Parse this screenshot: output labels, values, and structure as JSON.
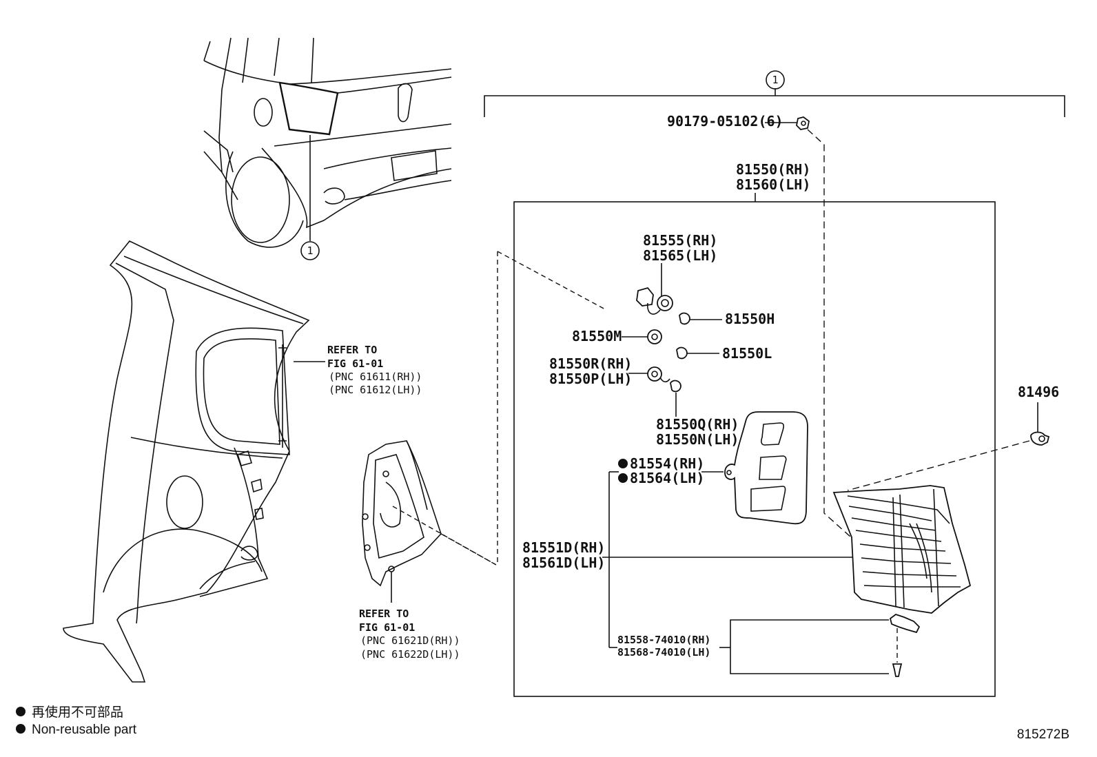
{
  "callout_marker": "1",
  "labels": {
    "bolt": "90179-05102(6)",
    "lamp_assy_rh": "81550(RH)",
    "lamp_assy_lh": "81560(LH)",
    "socket_rh": "81555(RH)",
    "socket_lh": "81565(LH)",
    "bulb_h": "81550H",
    "socket_m": "81550M",
    "bulb_l": "81550L",
    "socket_r": "81550R(RH)",
    "socket_p": "81550P(LH)",
    "bulb_q": "81550Q(RH)",
    "bulb_n": "81550N(LH)",
    "gasket_rh": "81554(RH)",
    "gasket_lh": "81564(LH)",
    "lens_rh": "81551D(RH)",
    "lens_lh": "81561D(LH)",
    "bracket_rh": "81558-74010(RH)",
    "bracket_lh": "81568-74010(LH)",
    "clip": "81496"
  },
  "refer_upper": {
    "title": "REFER TO",
    "fig": "FIG 61-01",
    "pnc_rh": "(PNC 61611(RH))",
    "pnc_lh": "(PNC 61612(LH))"
  },
  "refer_lower": {
    "title": "REFER TO",
    "fig": "FIG 61-01",
    "pnc_rh": "(PNC 61621D(RH))",
    "pnc_lh": "(PNC 61622D(LH))"
  },
  "legend": {
    "jp": "再使用不可部品",
    "en": "Non-reusable part"
  },
  "figure_id": "815272B"
}
